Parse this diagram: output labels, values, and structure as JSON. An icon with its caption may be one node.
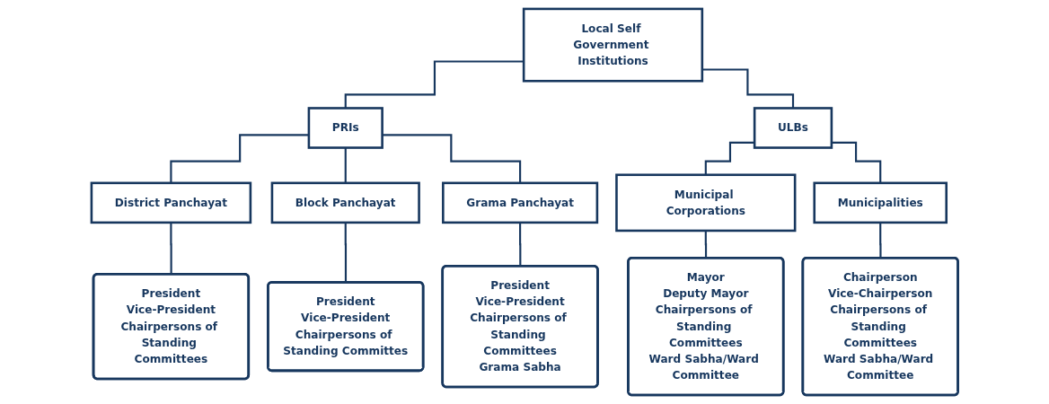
{
  "diagram": {
    "nodes": [
      {
        "text": [
          "Local Self Government Institutions"
        ]
      },
      {
        "text": [
          "PRIs"
        ]
      },
      {
        "text": [
          "ULBs"
        ]
      },
      {
        "text": [
          "District Panchayat"
        ]
      },
      {
        "text": [
          "Block Panchayat"
        ]
      },
      {
        "text": [
          "Grama Panchayat"
        ]
      },
      {
        "text": [
          "Municipal Corporations"
        ]
      },
      {
        "text": [
          "Municipalities"
        ]
      },
      {
        "text": [
          "President",
          "Vice-President",
          "Chairpersons of Standing Committees"
        ]
      },
      {
        "text": [
          "President",
          "Vice-President",
          "Chairpersons of Standing Committes"
        ]
      },
      {
        "text": [
          "President",
          "Vice-President",
          "Chairpersons of Standing Committees",
          "Grama Sabha"
        ]
      },
      {
        "text": [
          "Mayor",
          "Deputy Mayor",
          "Chairpersons of Standing Committees",
          "Ward Sabha/Ward Committee"
        ]
      },
      {
        "text": [
          "Chairperson",
          "Vice-Chairperson",
          "Chairpersons of Standing Committees",
          "Ward Sabha/Ward Committee"
        ]
      }
    ],
    "edges": [
      {
        "from": 0,
        "to": 1,
        "arrow": "none"
      },
      {
        "from": 0,
        "to": 2,
        "arrow": "none"
      },
      {
        "from": 1,
        "to": 3,
        "arrow": "none"
      },
      {
        "from": 1,
        "to": 4,
        "arrow": "none"
      },
      {
        "from": 1,
        "to": 5,
        "arrow": "none"
      },
      {
        "from": 2,
        "to": 6,
        "arrow": "none"
      },
      {
        "from": 2,
        "to": 7,
        "arrow": "none"
      },
      {
        "from": 3,
        "to": 8,
        "arrow": "none"
      },
      {
        "from": 4,
        "to": 9,
        "arrow": "none"
      },
      {
        "from": 5,
        "to": 10,
        "arrow": "none"
      },
      {
        "from": 6,
        "to": 11,
        "arrow": "none"
      },
      {
        "from": 7,
        "to": 12,
        "arrow": "none"
      }
    ]
  }
}
